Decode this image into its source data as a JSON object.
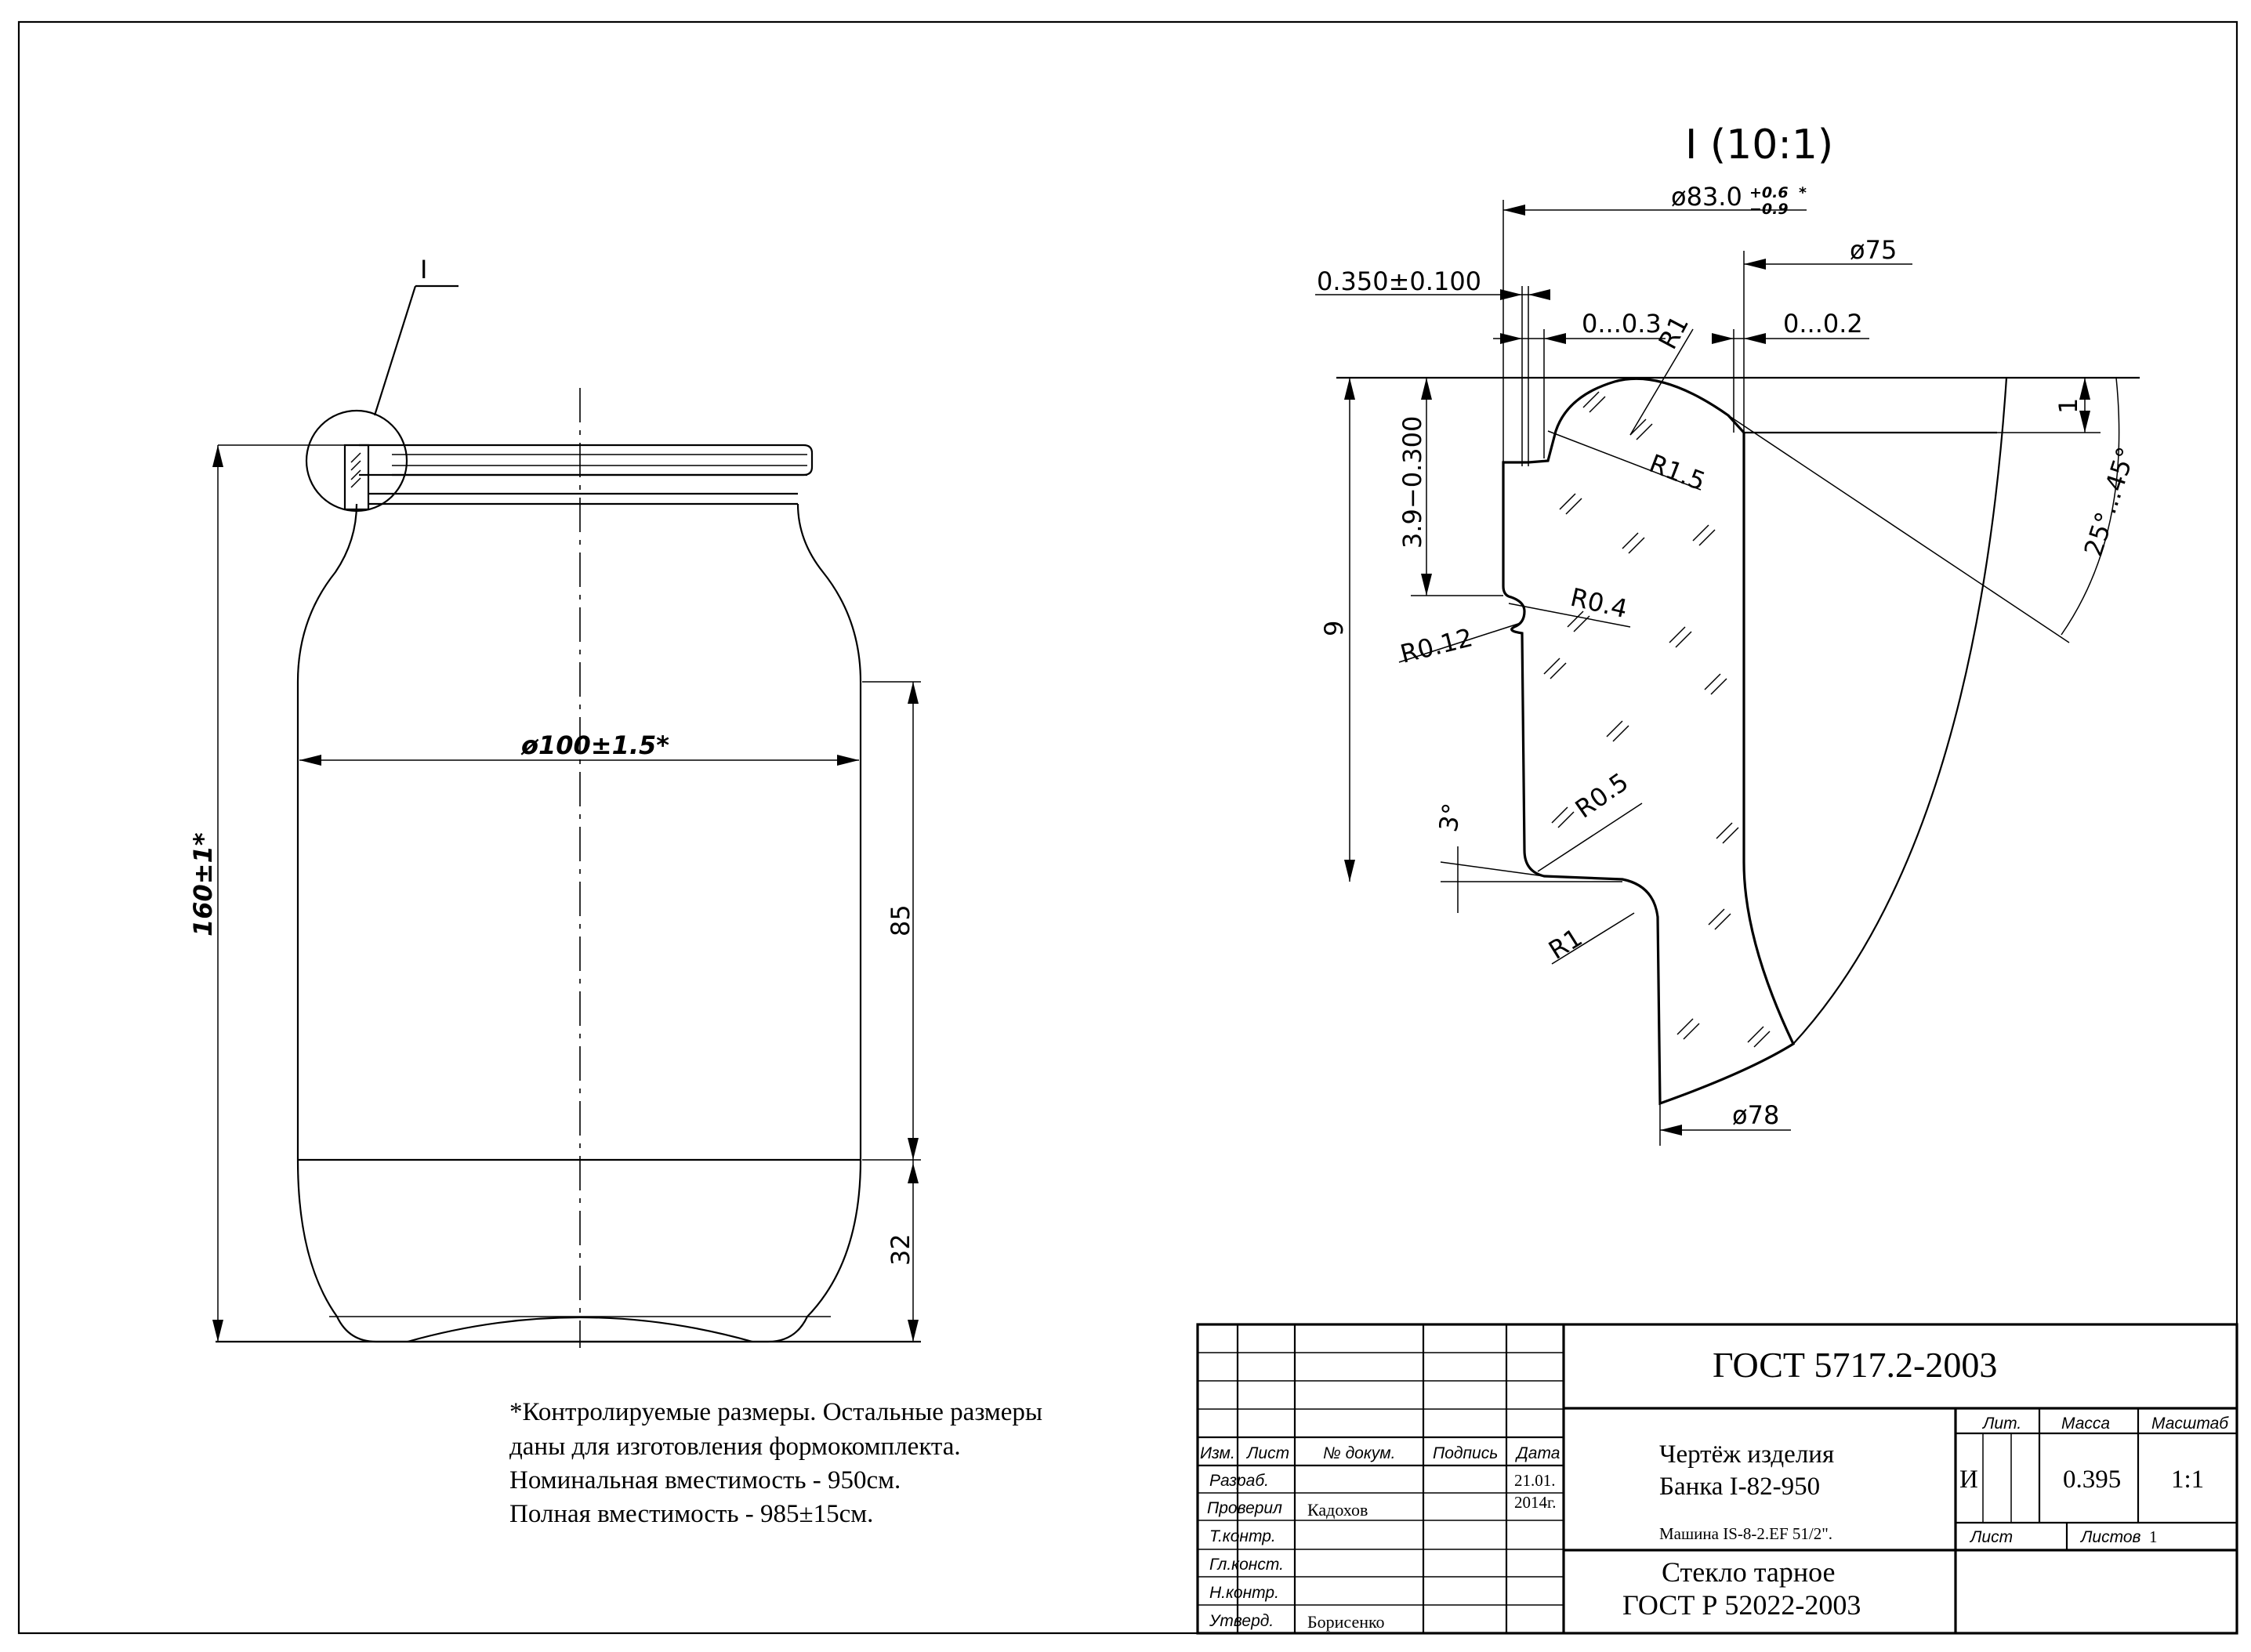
{
  "detail": {
    "marker": "I",
    "title": "I (10:1)",
    "dims": {
      "d83": "ø83.0",
      "d83_tol_plus": "+0.6",
      "d83_tol_minus": "−0.9",
      "d83_star": "*",
      "d75": "ø75",
      "t0350": "0.350±0.100",
      "z03": "0...0.3",
      "z02": "0...0.2",
      "r1_top": "R1",
      "r15": "R1.5",
      "one": "1",
      "h3930": "3.9−0.300",
      "angle2545": "25°...45°",
      "r04": "R0.4",
      "r012": "R0.12",
      "nine": "9",
      "r05": "R0.5",
      "a3": "3°",
      "r1_bottom": "R1",
      "d78": "ø78"
    }
  },
  "jar": {
    "d100": "ø100±1.5*",
    "h160": "160±1*",
    "h85": "85",
    "h32": "32"
  },
  "notes": [
    "*Контролируемые размеры. Остальные размеры",
    "даны для изготовления формокомплекта.",
    "Номинальная вместимость - 950см.",
    "Полная вместимость - 985±15см."
  ],
  "title_block": {
    "standard": "ГОСТ 5717.2-2003",
    "headers": {
      "izm": "Изм.",
      "list": "Лист",
      "doc": "№ докум.",
      "sign": "Подпись",
      "date": "Дата"
    },
    "roles": [
      "Разраб.",
      "Проверил",
      "Т.контр.",
      "Гл.конст.",
      "Н.контр.",
      "Утверд."
    ],
    "names": {
      "checked": "Кадохов",
      "approved": "Борисенко"
    },
    "date": [
      "21.01.",
      "2014г."
    ],
    "drawing_title_1": "Чертёж изделия",
    "drawing_title_2": "Банка  I-82-950",
    "machine": "Машина IS-8-2.EF 51/2\".",
    "material_1": "Стекло тарное",
    "material_2": "ГОСТ Р 52022-2003",
    "lit_label": "Лит.",
    "mass_label": "Масса",
    "scale_label": "Масштаб",
    "lit_value": "И",
    "mass_value": "0.395",
    "scale_value": "1:1",
    "sheet_label": "Лист",
    "sheets_label": "Листов",
    "sheets_value": "1"
  }
}
